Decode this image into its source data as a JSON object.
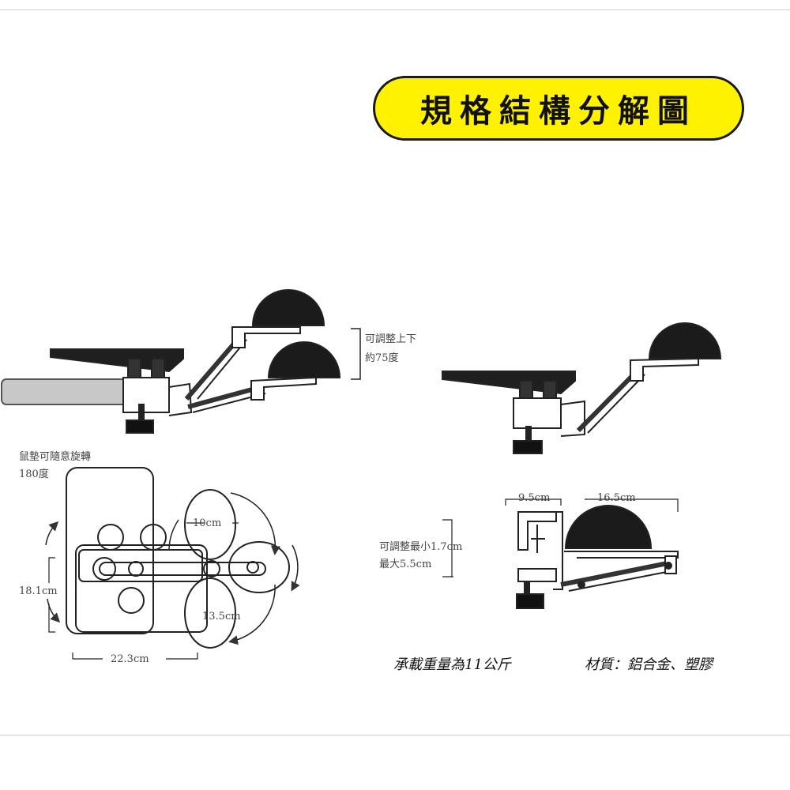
{
  "title": "規格結構分解圖",
  "labels": {
    "adjust_updown_1": "可調整上下",
    "adjust_updown_2": "約75度",
    "rotate_1": "鼠墊可隨意旋轉",
    "rotate_2": "180度",
    "dim_10": "10cm",
    "dim_18": "18.1cm",
    "dim_135": "13.5cm",
    "dim_223": "22.3cm",
    "dim_95": "9.5cm",
    "dim_165": "16.5cm",
    "clamp_1": "可調整最小1.7cm",
    "clamp_2": "最大5.5cm",
    "load": "承載重量為11公斤",
    "material": "材質：鋁合金、塑膠"
  },
  "colors": {
    "title_bg": "#fff200",
    "ink": "#1a1a1a"
  }
}
